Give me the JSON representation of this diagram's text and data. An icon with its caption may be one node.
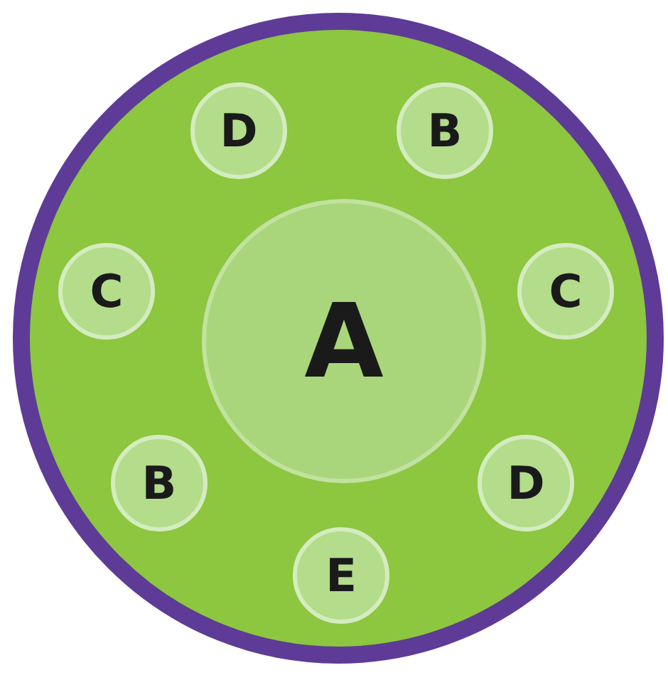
{
  "diagram": {
    "nodes": [
      {
        "text": [],
        "shape": "circle"
      },
      {
        "text": [
          "A"
        ],
        "in": 0
      },
      {
        "text": [
          "D"
        ],
        "in": 0
      },
      {
        "text": [
          "B"
        ],
        "in": 0
      },
      {
        "text": [
          "C"
        ],
        "in": 0
      },
      {
        "text": [
          "C"
        ],
        "in": 0
      },
      {
        "text": [
          "B"
        ],
        "in": 0
      },
      {
        "text": [
          "D"
        ],
        "in": 0
      },
      {
        "text": [
          "E"
        ],
        "in": 0
      }
    ]
  }
}
